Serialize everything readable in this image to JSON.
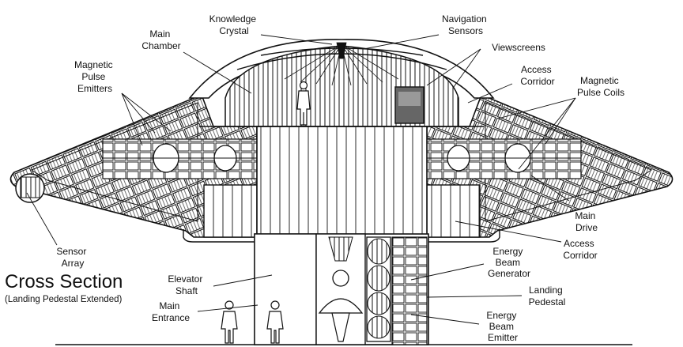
{
  "title": "Cross Section",
  "subtitle": "(Landing Pedestal Extended)",
  "labels": {
    "knowledge_crystal": [
      "Knowledge",
      "Crystal"
    ],
    "navigation_sensors": [
      "Navigation",
      "Sensors"
    ],
    "main_chamber": [
      "Main",
      "Chamber"
    ],
    "viewscreens": [
      "Viewscreens"
    ],
    "magnetic_pulse_emitters": [
      "Magnetic",
      "Pulse",
      "Emitters"
    ],
    "access_corridor_upper": [
      "Access",
      "Corridor"
    ],
    "magnetic_pulse_coils": [
      "Magnetic",
      "Pulse Coils"
    ],
    "main_drive": [
      "Main",
      "Drive"
    ],
    "access_corridor_lower": [
      "Access",
      "Corridor"
    ],
    "sensor_array": [
      "Sensor",
      "Array"
    ],
    "energy_beam_generator": [
      "Energy",
      "Beam",
      "Generator"
    ],
    "elevator_shaft": [
      "Elevator",
      "Shaft"
    ],
    "landing_pedestal": [
      "Landing",
      "Pedestal"
    ],
    "main_entrance": [
      "Main",
      "Entrance"
    ],
    "energy_beam_emitter": [
      "Energy",
      "Beam",
      "Emitter"
    ]
  },
  "colors": {
    "ink": "#111111",
    "paper": "#ffffff",
    "shade": "#d9d9d9",
    "dark": "#555555"
  }
}
